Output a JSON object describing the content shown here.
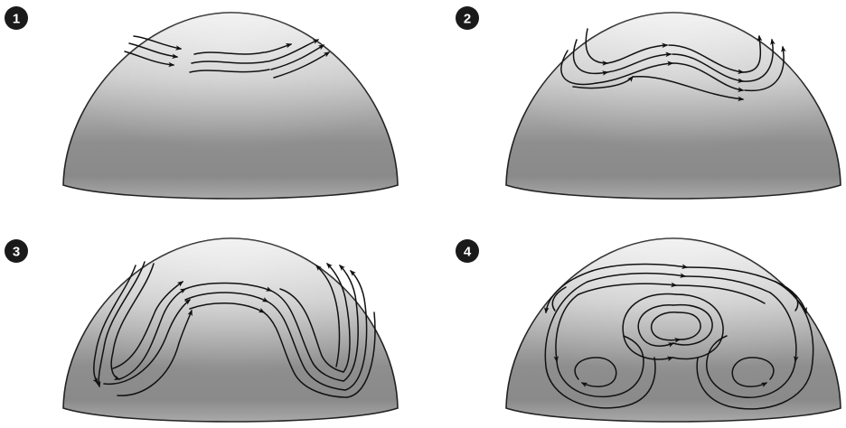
{
  "panels": [
    {
      "number": "1"
    },
    {
      "number": "2"
    },
    {
      "number": "3"
    },
    {
      "number": "4"
    }
  ]
}
